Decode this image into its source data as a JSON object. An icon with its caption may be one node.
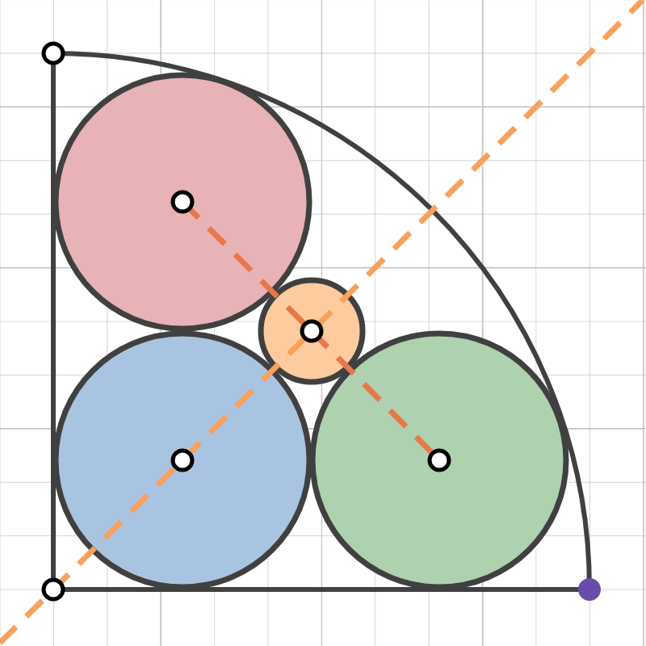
{
  "diagram": {
    "nodes": [
      {
        "text": [],
        "shape": "circle"
      },
      {
        "text": [],
        "shape": "circle"
      },
      {
        "text": [],
        "shape": "circle"
      },
      {
        "text": [],
        "shape": "circle"
      }
    ],
    "edges": [
      {
        "from": 0,
        "to": 3,
        "arrow": "none",
        "style": "dashed",
        "color": "#e8784a"
      },
      {
        "from": 3,
        "to": 2,
        "arrow": "none",
        "style": "dashed",
        "color": "#e8784a"
      }
    ]
  }
}
